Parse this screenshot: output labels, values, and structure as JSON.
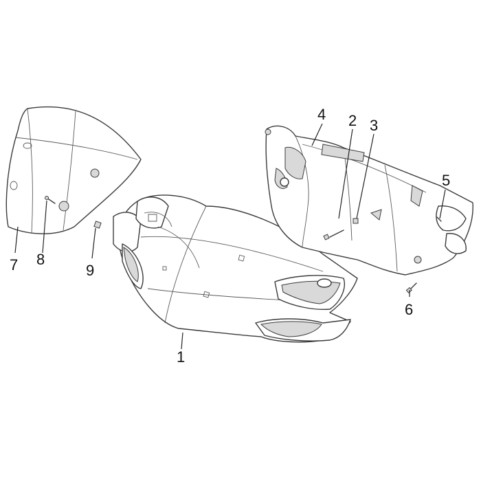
{
  "callouts": {
    "c1": "1",
    "c2": "2",
    "c3": "3",
    "c4": "4",
    "c5": "5",
    "c6": "6",
    "c7": "7",
    "c8": "8",
    "c9": "9"
  },
  "colors": {
    "line": "#3a3a3a",
    "background": "#ffffff"
  }
}
